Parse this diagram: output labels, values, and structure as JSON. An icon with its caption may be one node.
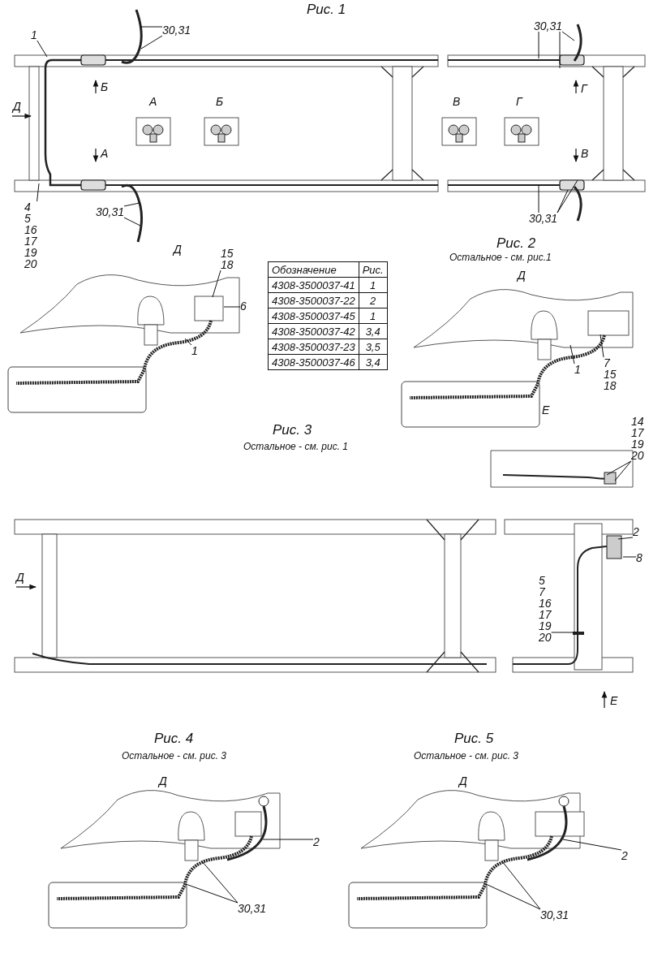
{
  "diagram": {
    "nodes": [
      {
        "text": [
          "1"
        ]
      },
      {
        "text": [
          "30,31"
        ]
      },
      {
        "text": [
          "4",
          "5",
          "16",
          "17",
          "19",
          "20"
        ]
      },
      {
        "text": [
          "30,31"
        ]
      },
      {
        "text": [
          "30,31"
        ]
      },
      {
        "text": [
          "30,31"
        ]
      },
      {
        "text": [
          "15",
          "18"
        ]
      },
      {
        "text": [
          "6"
        ]
      },
      {
        "text": [
          "1"
        ]
      },
      {
        "text": [
          "1"
        ]
      },
      {
        "text": [
          "7",
          "15",
          "18"
        ]
      },
      {
        "text": [
          "14",
          "17",
          "19",
          "20"
        ]
      },
      {
        "text": [
          "2"
        ]
      },
      {
        "text": [
          "8"
        ]
      },
      {
        "text": [
          "5",
          "7",
          "16",
          "17",
          "19",
          "20"
        ]
      },
      {
        "text": [
          "2"
        ]
      },
      {
        "text": [
          "30,31"
        ]
      },
      {
        "text": [
          "2"
        ]
      },
      {
        "text": [
          "30,31"
        ]
      },
      {
        "text": [],
        "shape": "picture"
      },
      {
        "text": [],
        "shape": "picture"
      }
    ],
    "edges": [
      {
        "from": 0,
        "to": null,
        "arrow": "none"
      },
      {
        "from": 1,
        "to": null,
        "arrow": "none"
      },
      {
        "from": 1,
        "to": null,
        "arrow": "none"
      },
      {
        "from": 2,
        "to": null,
        "arrow": "none"
      },
      {
        "from": 3,
        "to": null,
        "arrow": "none"
      },
      {
        "from": 3,
        "to": null,
        "arrow": "none"
      },
      {
        "from": 4,
        "to": null,
        "arrow": "none"
      },
      {
        "from": 4,
        "to": null,
        "arrow": "none"
      },
      {
        "from": 4,
        "to": null,
        "arrow": "none"
      },
      {
        "from": 5,
        "to": null,
        "arrow": "none"
      },
      {
        "from": 5,
        "to": null,
        "arrow": "none"
      },
      {
        "from": 5,
        "to": null,
        "arrow": "none"
      },
      {
        "from": 6,
        "to": null,
        "arrow": "none"
      },
      {
        "from": 7,
        "to": null,
        "arrow": "none"
      },
      {
        "from": 8,
        "to": null,
        "arrow": "none"
      },
      {
        "from": 9,
        "to": null,
        "arrow": "none"
      },
      {
        "from": 10,
        "to": null,
        "arrow": "none"
      },
      {
        "from": 11,
        "to": null,
        "arrow": "none"
      },
      {
        "from": 11,
        "to": null,
        "arrow": "none"
      },
      {
        "from": 12,
        "to": null,
        "arrow": "none"
      },
      {
        "from": 13,
        "to": null,
        "arrow": "none"
      },
      {
        "from": 14,
        "to": null,
        "arrow": "none"
      },
      {
        "from": 15,
        "to": 19,
        "arrow": "none"
      },
      {
        "from": 16,
        "to": null,
        "arrow": "none"
      },
      {
        "from": 16,
        "to": null,
        "arrow": "none"
      },
      {
        "from": 17,
        "to": 20,
        "arrow": "none"
      },
      {
        "from": 18,
        "to": null,
        "arrow": "none"
      },
      {
        "from": 18,
        "to": null,
        "arrow": "none"
      }
    ],
    "labels": [
      "Рис. 1",
      "Б",
      "Г",
      "А",
      "Б",
      "В",
      "Г",
      "Д",
      "А",
      "В",
      "Рис. 2",
      "Остальное - см. рис.1",
      "Д",
      "Д",
      "Обозначение",
      "Рис.",
      "4308-3500037-41",
      "1",
      "4308-3500037-22",
      "2",
      "4308-3500037-45",
      "1",
      "4308-3500037-42",
      "3,4",
      "4308-3500037-23",
      "3,5",
      "4308-3500037-46",
      "3,4",
      "Е",
      "Рис. 3",
      "Остальное - см. рис. 1",
      "Д",
      "Е",
      "Рис. 4",
      "Рис. 5",
      "Остальное - см. рис. 3",
      "Остальное - см. рис. 3",
      "Д",
      "Д"
    ]
  }
}
